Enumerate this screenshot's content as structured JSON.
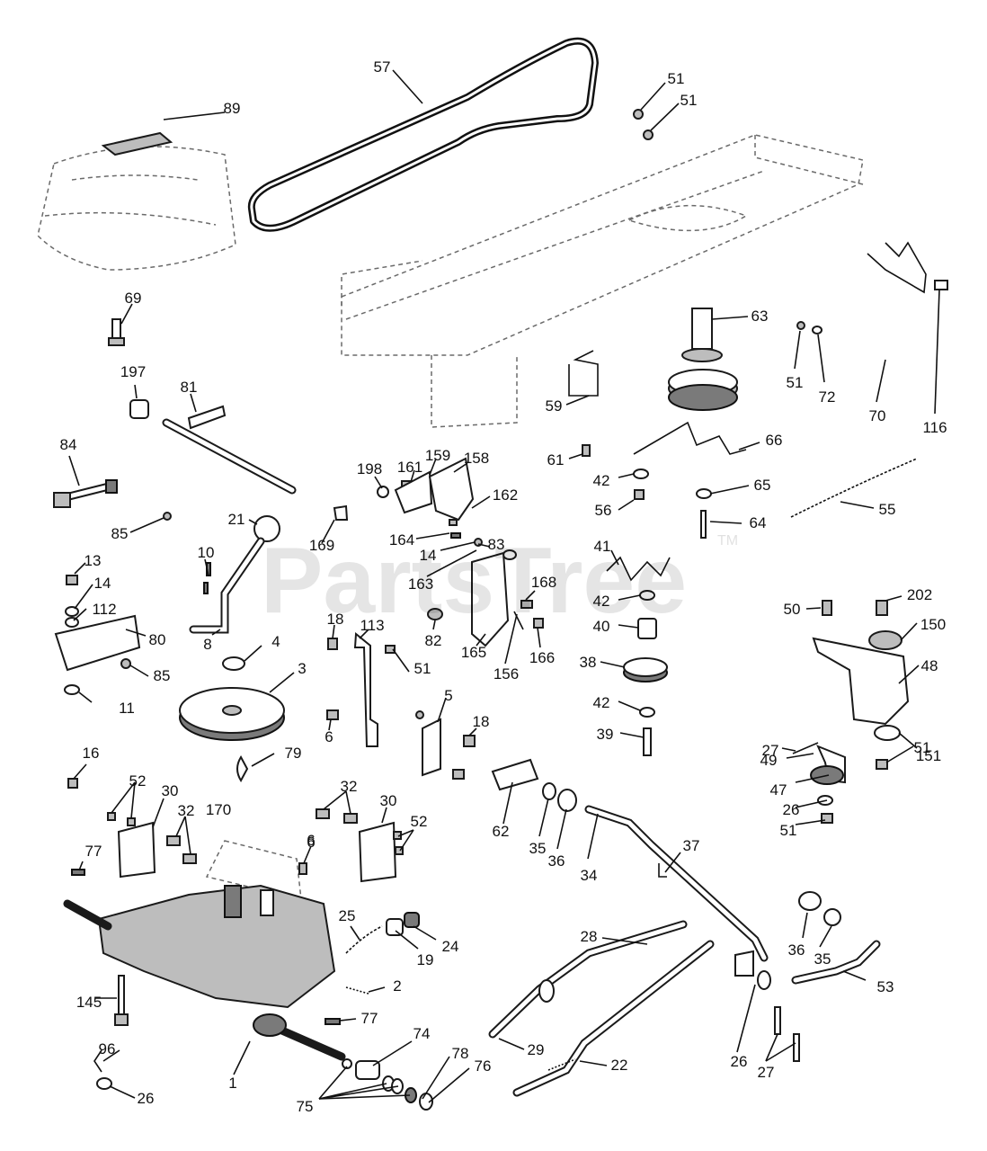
{
  "watermark": {
    "text": "PartsTree",
    "mark": "TM"
  },
  "callouts": [
    "57",
    "89",
    "51",
    "51",
    "69",
    "63",
    "51",
    "72",
    "70",
    "116",
    "197",
    "81",
    "59",
    "84",
    "198",
    "161",
    "159",
    "158",
    "162",
    "61",
    "66",
    "42",
    "65",
    "56",
    "64",
    "55",
    "85",
    "21",
    "169",
    "164",
    "14",
    "83",
    "163",
    "41",
    "13",
    "14",
    "10",
    "168",
    "42",
    "50",
    "202",
    "112",
    "80",
    "18",
    "113",
    "82",
    "165",
    "156",
    "166",
    "40",
    "150",
    "8",
    "4",
    "51",
    "38",
    "48",
    "85",
    "3",
    "11",
    "6",
    "5",
    "18",
    "42",
    "39",
    "27",
    "151",
    "51",
    "16",
    "79",
    "49",
    "52",
    "30",
    "6",
    "62",
    "47",
    "32",
    "32",
    "30",
    "52",
    "35",
    "36",
    "26",
    "170",
    "6",
    "34",
    "37",
    "51",
    "77",
    "25",
    "19",
    "24",
    "28",
    "36",
    "35",
    "53",
    "2",
    "145",
    "77",
    "29",
    "22",
    "26",
    "27",
    "96",
    "74",
    "78",
    "76",
    "1",
    "26",
    "75"
  ]
}
